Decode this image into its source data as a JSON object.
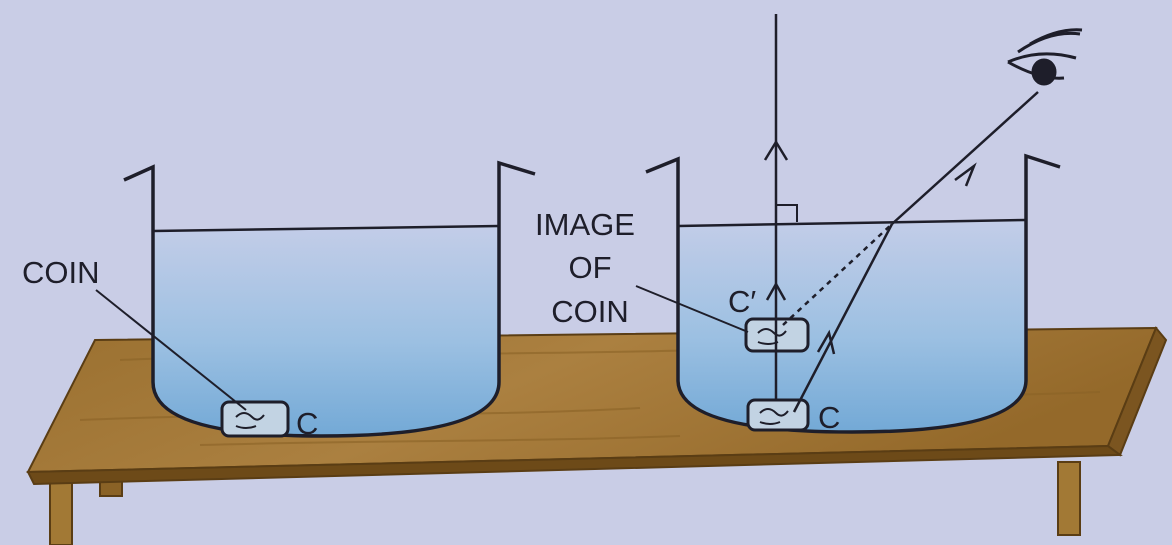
{
  "labels": {
    "coin": "COIN",
    "c_left": "C",
    "image_line1": "IMAGE",
    "image_line2": "OF",
    "image_line3": "COIN",
    "c_prime": "C′",
    "c_right": "C"
  },
  "colors": {
    "background": "#c9cde6",
    "water_top": "#bcc8e6",
    "water_bottom": "#7fb0d8",
    "table_top": "#a27935",
    "table_edge": "#7b5520",
    "ink": "#1e1e2a",
    "coin": "#c2d3e3"
  },
  "icons": {
    "eye": "eye-icon",
    "coin": "coin-icon"
  }
}
